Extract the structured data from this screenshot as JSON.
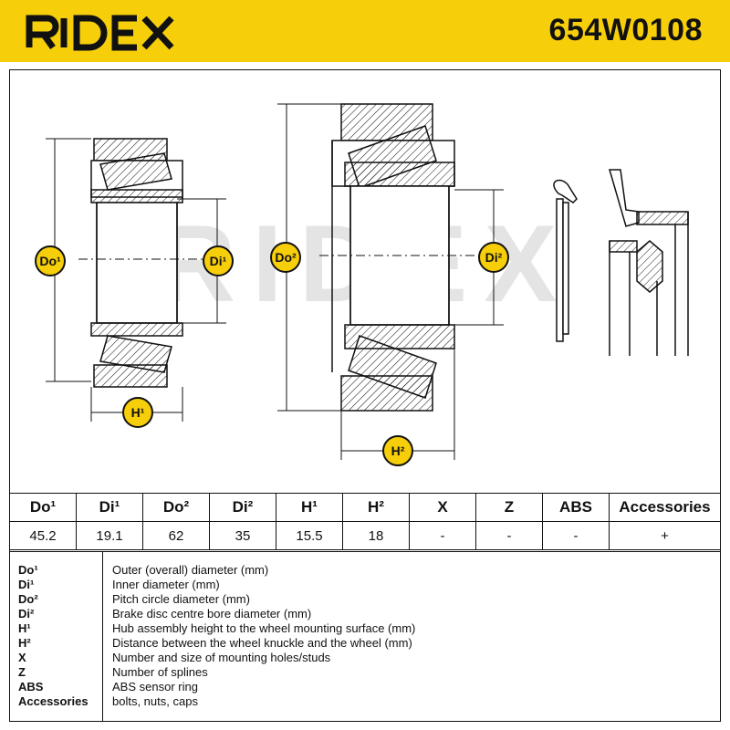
{
  "header": {
    "brand": "RIDEX",
    "part_number": "654W0108",
    "color": "#f7ce0a"
  },
  "diagram": {
    "watermark": "RIDEX",
    "labels": {
      "do1": "Do¹",
      "di1": "Di¹",
      "h1": "H¹",
      "do2": "Do²",
      "di2": "Di²",
      "h2": "H²"
    }
  },
  "table": {
    "headers": [
      "Do¹",
      "Di¹",
      "Do²",
      "Di²",
      "H¹",
      "H²",
      "X",
      "Z",
      "ABS",
      "Accessories"
    ],
    "values": [
      "45.2",
      "19.1",
      "62",
      "35",
      "15.5",
      "18",
      "-",
      "-",
      "-",
      "+"
    ]
  },
  "legend": [
    {
      "key": "Do¹",
      "desc": "Outer (overall) diameter (mm)"
    },
    {
      "key": "Di¹",
      "desc": "Inner diameter (mm)"
    },
    {
      "key": "Do²",
      "desc": "Pitch circle diameter (mm)"
    },
    {
      "key": "Di²",
      "desc": "Brake disc centre bore diameter (mm)"
    },
    {
      "key": "H¹",
      "desc": "Hub assembly height to the wheel mounting surface (mm)"
    },
    {
      "key": "H²",
      "desc": "Distance between the wheel knuckle and the wheel (mm)"
    },
    {
      "key": "X",
      "desc": "Number and size of mounting holes/studs"
    },
    {
      "key": "Z",
      "desc": "Number of splines"
    },
    {
      "key": "ABS",
      "desc": "ABS sensor ring"
    },
    {
      "key": "Accessories",
      "desc": "bolts, nuts, caps"
    }
  ]
}
